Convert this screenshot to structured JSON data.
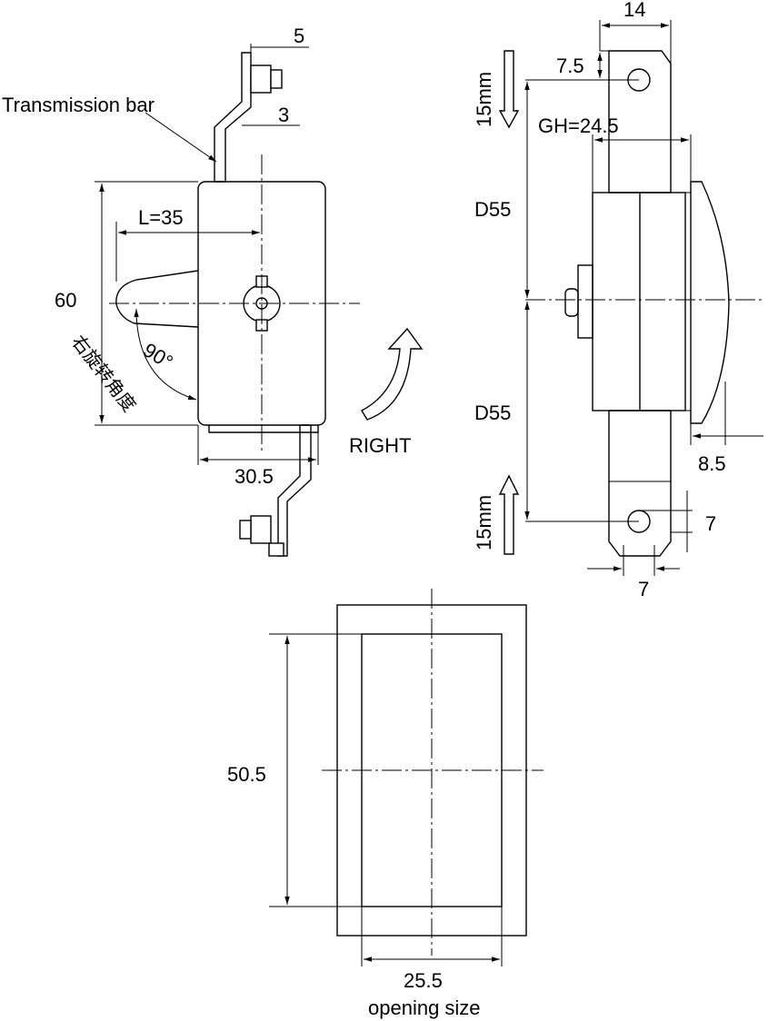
{
  "labels": {
    "transmission_bar": "Transmission bar",
    "rotation_cn": "右旋转角度",
    "right": "RIGHT",
    "opening_size": "opening size",
    "angle": "90°"
  },
  "dims": {
    "d5": "5",
    "d3": "3",
    "l35": "L=35",
    "d60": "60",
    "d30_5": "30.5",
    "d14": "14",
    "d7_5": "7.5",
    "d15mm_top": "15mm",
    "gh": "GH=24.5",
    "d55_top": "D55",
    "d55_bottom": "D55",
    "d8_5": "8.5",
    "d15mm_bottom": "15mm",
    "d7_right": "7",
    "d7_bottom": "7",
    "d50_5": "50.5",
    "d25_5": "25.5"
  }
}
